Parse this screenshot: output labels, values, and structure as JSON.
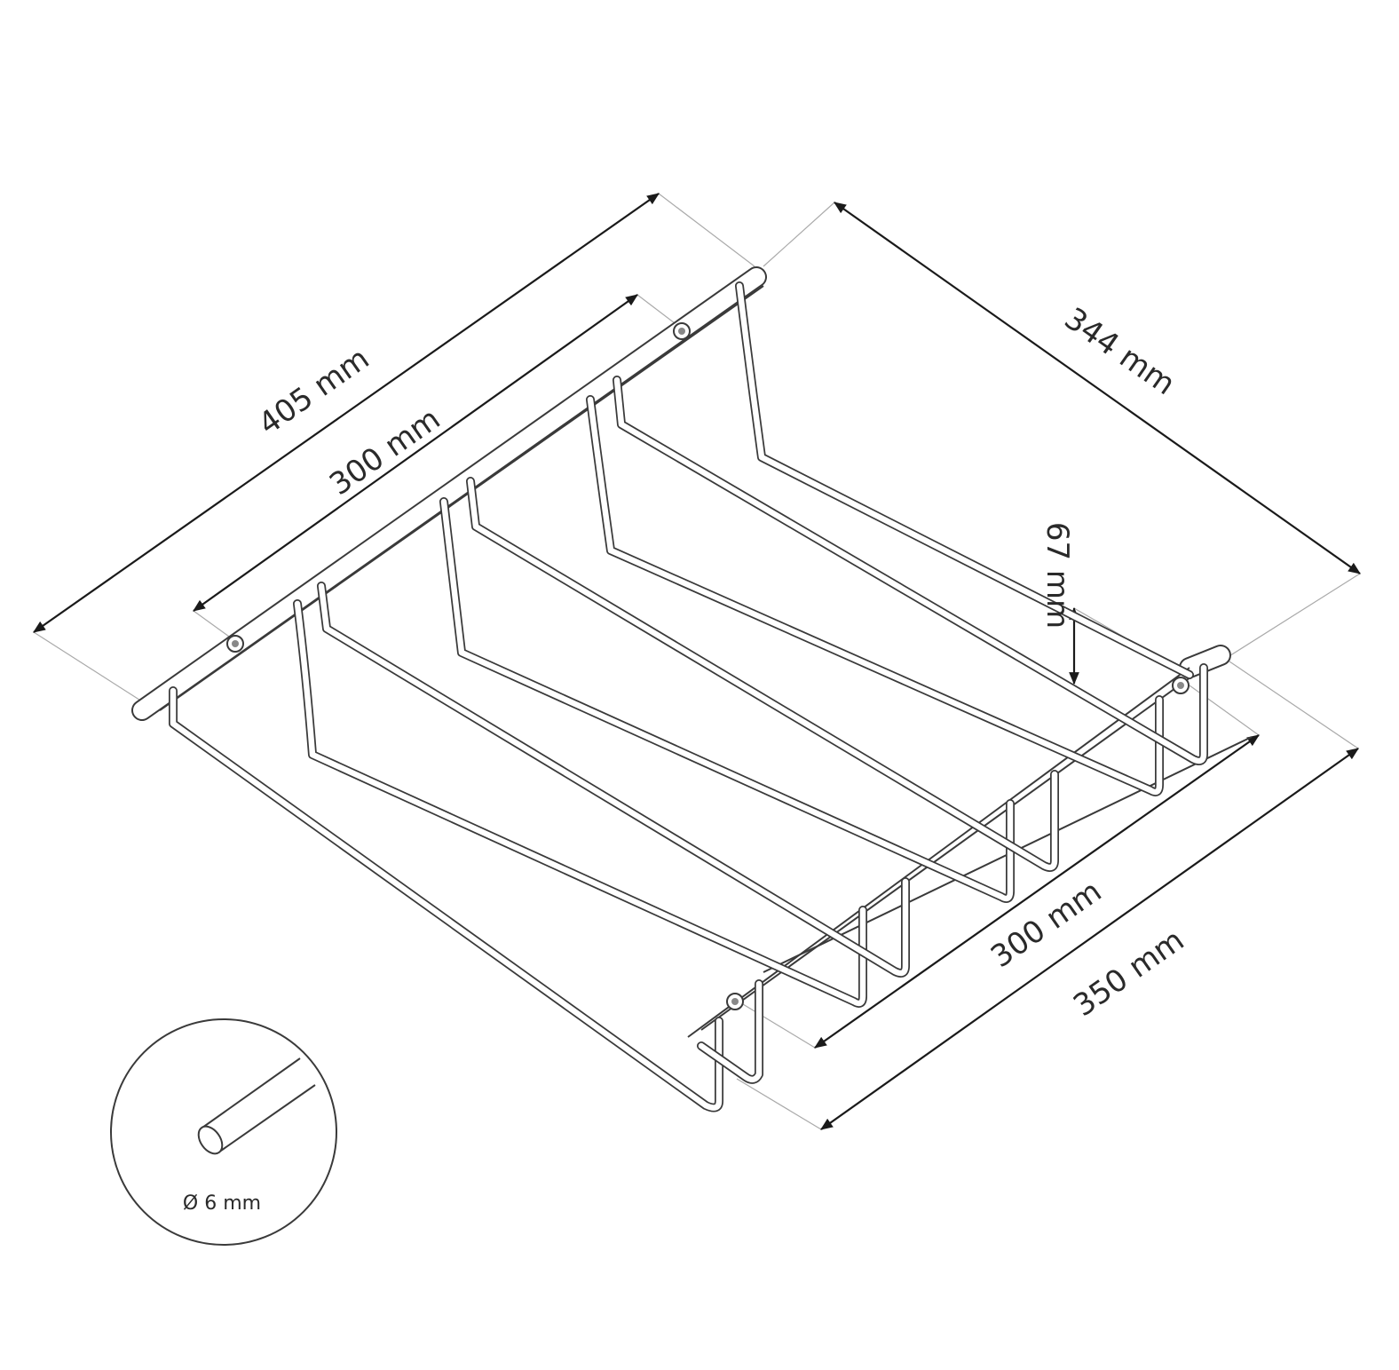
{
  "dimensions": {
    "overall_length": "405 mm",
    "mounting_length": "300 mm",
    "depth": "344 mm",
    "height": "67 mm",
    "mounting_width": "300 mm",
    "overall_width": "350 mm"
  },
  "detail": {
    "rod_diameter": "Ø 6 mm"
  }
}
